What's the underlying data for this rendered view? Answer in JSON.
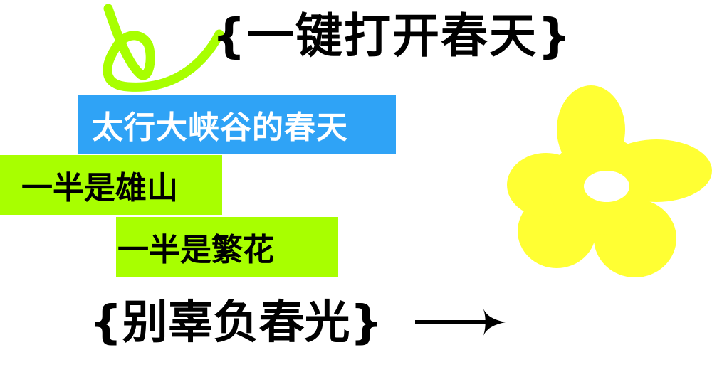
{
  "headline": "{一键打开春天}",
  "lines": {
    "line1": "太行大峡谷的春天",
    "line2": "一半是雄山",
    "line3": "一半是繁花"
  },
  "closing": "{别辜负春光}",
  "decorations": {
    "swirl": "green-swirl-icon",
    "flower": "yellow-flower-icon",
    "arrow": "arrow-right-icon"
  },
  "colors": {
    "blue": "#2fa3f6",
    "green": "#a8ff00",
    "yellow": "#ffff33",
    "text": "#000000"
  }
}
